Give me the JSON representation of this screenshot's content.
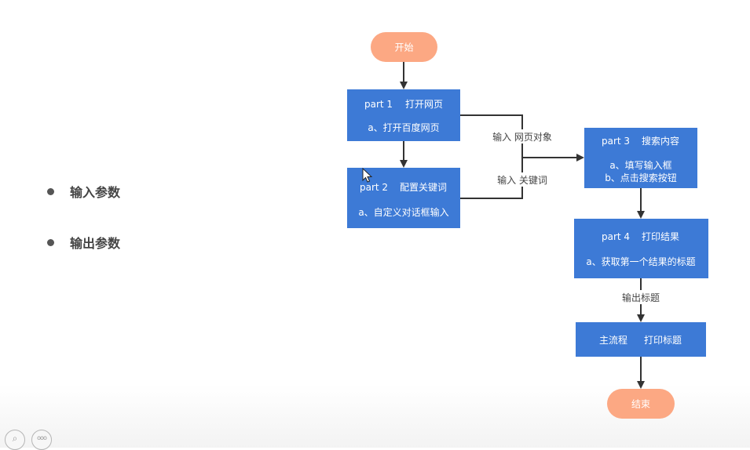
{
  "bullets": [
    {
      "label": "输入参数"
    },
    {
      "label": "输出参数"
    }
  ],
  "flowchart": {
    "start": "开始",
    "end": "结束",
    "part1": {
      "title": "part 1",
      "name": "打开网页",
      "steps": [
        "a、打开百度网页"
      ]
    },
    "part2": {
      "title": "part 2",
      "name": "配置关键词",
      "steps": [
        "a、自定义对话框输入"
      ]
    },
    "part3": {
      "title": "part 3",
      "name": "搜索内容",
      "steps": [
        "a、填写输入框",
        "b、点击搜索按钮"
      ]
    },
    "part4": {
      "title": "part 4",
      "name": "打印结果",
      "steps": [
        "a、获取第一个结果的标题"
      ]
    },
    "main": {
      "title": "主流程",
      "name": "打印标题"
    },
    "edge_labels": {
      "input_page": "输入  网页对象",
      "input_keyword": "输入  关键词",
      "output_title": "输出标题"
    }
  },
  "colors": {
    "start_end_fill": "#fca883",
    "process_fill": "#3d7ad6",
    "arrow": "#333333"
  },
  "icons": {
    "cursor": "mouse-pointer-icon",
    "zoom": "zoom-icon",
    "more": "more-icon"
  },
  "controls": {
    "zoom_glyph": "⌕",
    "more_glyph": "ooo"
  }
}
